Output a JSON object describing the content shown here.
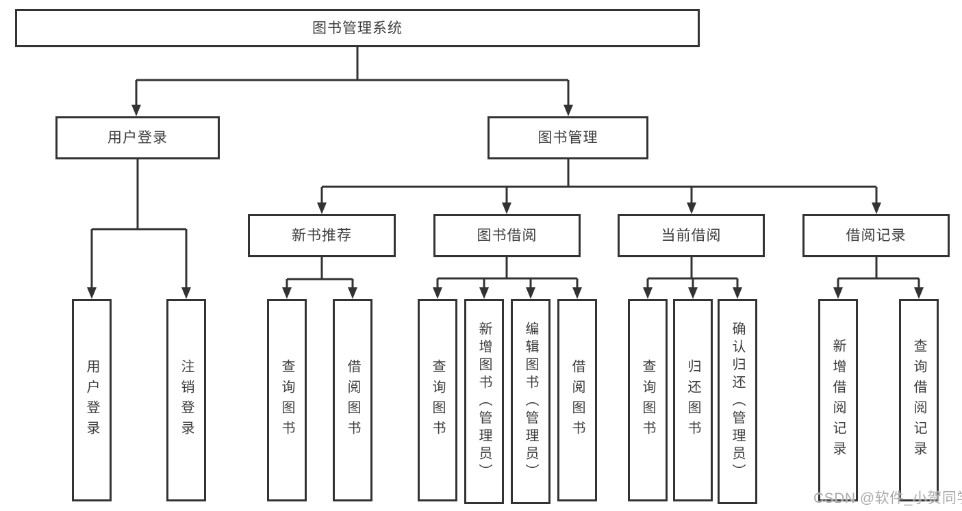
{
  "diagram_title": "图书管理系统",
  "colors": {
    "line": "#333333",
    "node_border": "#333333",
    "node_text": "#3d3d3d",
    "background": "#ffffff",
    "watermark": "#ababab"
  },
  "tree": {
    "root": {
      "id": "library-management-system",
      "label": "图书管理系统"
    },
    "branches": [
      {
        "id": "user-login",
        "label": "用户登录",
        "children": [
          {
            "id": "user-login-leaf",
            "label": "用户登录"
          },
          {
            "id": "logout",
            "label": "注销登录"
          }
        ]
      },
      {
        "id": "book-management",
        "label": "图书管理",
        "groups": [
          {
            "id": "new-book-recommendation",
            "label": "新书推荐",
            "children": [
              {
                "id": "nbr-query-books",
                "label": "查询图书"
              },
              {
                "id": "nbr-borrow-books",
                "label": "借阅图书"
              }
            ]
          },
          {
            "id": "book-borrowing",
            "label": "图书借阅",
            "children": [
              {
                "id": "bb-query-books",
                "label": "查询图书"
              },
              {
                "id": "bb-add-books-admin",
                "label": "新增图书（管理员）"
              },
              {
                "id": "bb-edit-books-admin",
                "label": "编辑图书（管理员）"
              },
              {
                "id": "bb-borrow-books",
                "label": "借阅图书"
              }
            ]
          },
          {
            "id": "current-borrowing",
            "label": "当前借阅",
            "children": [
              {
                "id": "cb-query-books",
                "label": "查询图书"
              },
              {
                "id": "cb-return-books",
                "label": "归还图书"
              },
              {
                "id": "cb-confirm-return-admin",
                "label": "确认归还（管理员）"
              }
            ]
          },
          {
            "id": "borrowing-records",
            "label": "借阅记录",
            "children": [
              {
                "id": "br-add-borrow-record",
                "label": "新增借阅记录"
              },
              {
                "id": "br-query-borrow-record",
                "label": "查询借阅记录"
              }
            ]
          }
        ]
      }
    ]
  },
  "watermark": {
    "text": "CSDN @软件_小贺同学"
  }
}
